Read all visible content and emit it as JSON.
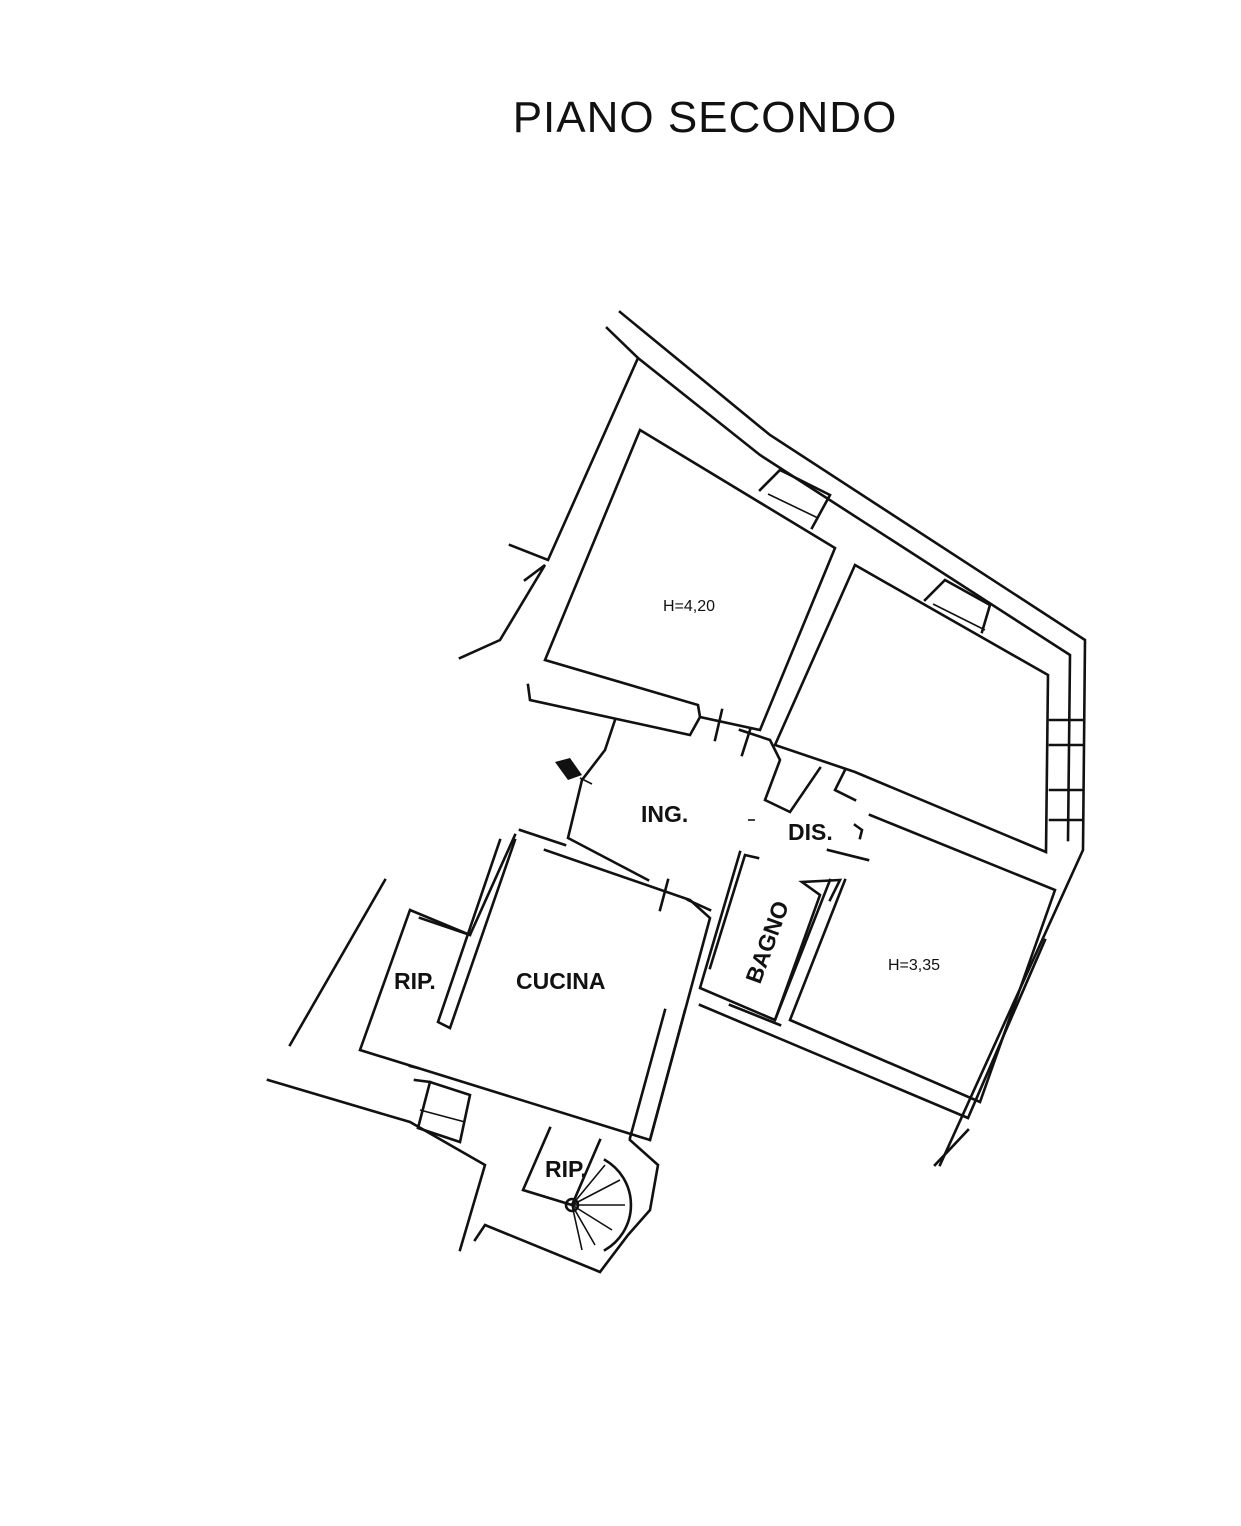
{
  "title": "PIANO SECONDO",
  "rooms": {
    "height_large": "H=4,20",
    "ingresso": "ING.",
    "disimpegno": "DIS.",
    "bagno": "BAGNO",
    "height_bedroom": "H=3,35",
    "ripostiglio_left": "RIP.",
    "cucina": "CUCINA",
    "ripostiglio_stair": "RIP."
  }
}
